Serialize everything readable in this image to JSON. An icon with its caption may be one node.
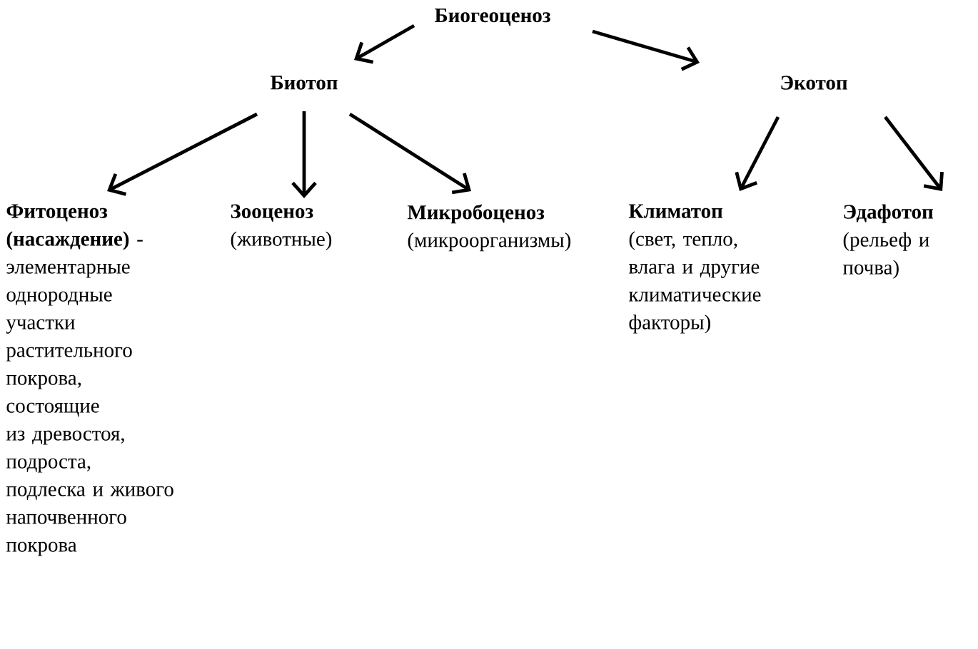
{
  "diagram": {
    "nodes": [
      {
        "text": [
          "Биогеоценоз"
        ]
      },
      {
        "text": [
          "Биотоп"
        ]
      },
      {
        "text": [
          "Экотоп"
        ]
      },
      {
        "text": [
          "Фитоценоз (насаждение)",
          "- элементарные однородные участки растительного покрова, состоящие из древостоя, подроста, подлеска и живого напочвенного покрова"
        ]
      },
      {
        "text": [
          "Зооценоз",
          "(животные)"
        ]
      },
      {
        "text": [
          "Микробоценоз",
          "(микроорганизмы)"
        ]
      },
      {
        "text": [
          "Климатоп",
          "(свет, тепло, влага и другие климатические факторы)"
        ]
      },
      {
        "text": [
          "Эдафотоп",
          "(рельеф и почва)"
        ]
      }
    ],
    "edges": [
      {
        "from": 0,
        "to": 1,
        "arrow": "to"
      },
      {
        "from": 0,
        "to": 2,
        "arrow": "to"
      },
      {
        "from": 1,
        "to": 3,
        "arrow": "to"
      },
      {
        "from": 1,
        "to": 4,
        "arrow": "to"
      },
      {
        "from": 1,
        "to": 5,
        "arrow": "to"
      },
      {
        "from": 2,
        "to": 6,
        "arrow": "to"
      },
      {
        "from": 2,
        "to": 7,
        "arrow": "to"
      }
    ]
  }
}
